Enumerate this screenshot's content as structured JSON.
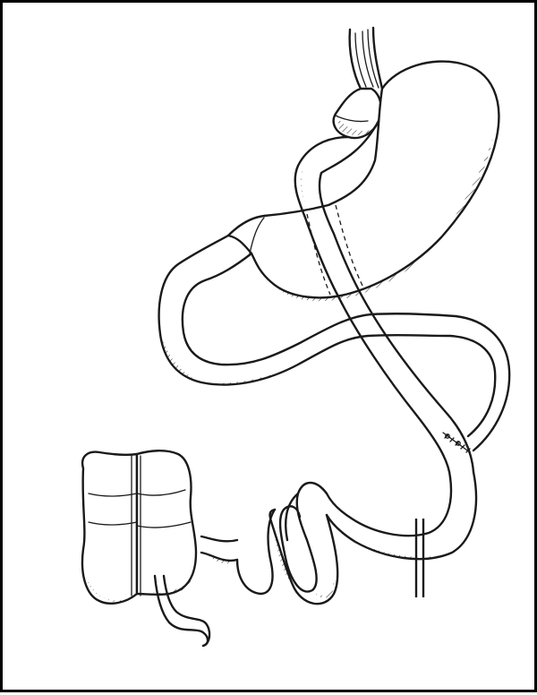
{
  "figure": {
    "border_color": "#000000",
    "background": "#ffffff",
    "ink_color": "#1a1a1a",
    "parts": [
      "esophagus",
      "gastric-pouch",
      "stomach",
      "staple-line",
      "roux-limb",
      "biliopancreatic-limb",
      "jejunojejunostomy",
      "common-channel",
      "ileum",
      "cecum",
      "appendix",
      "transection-marker"
    ]
  }
}
